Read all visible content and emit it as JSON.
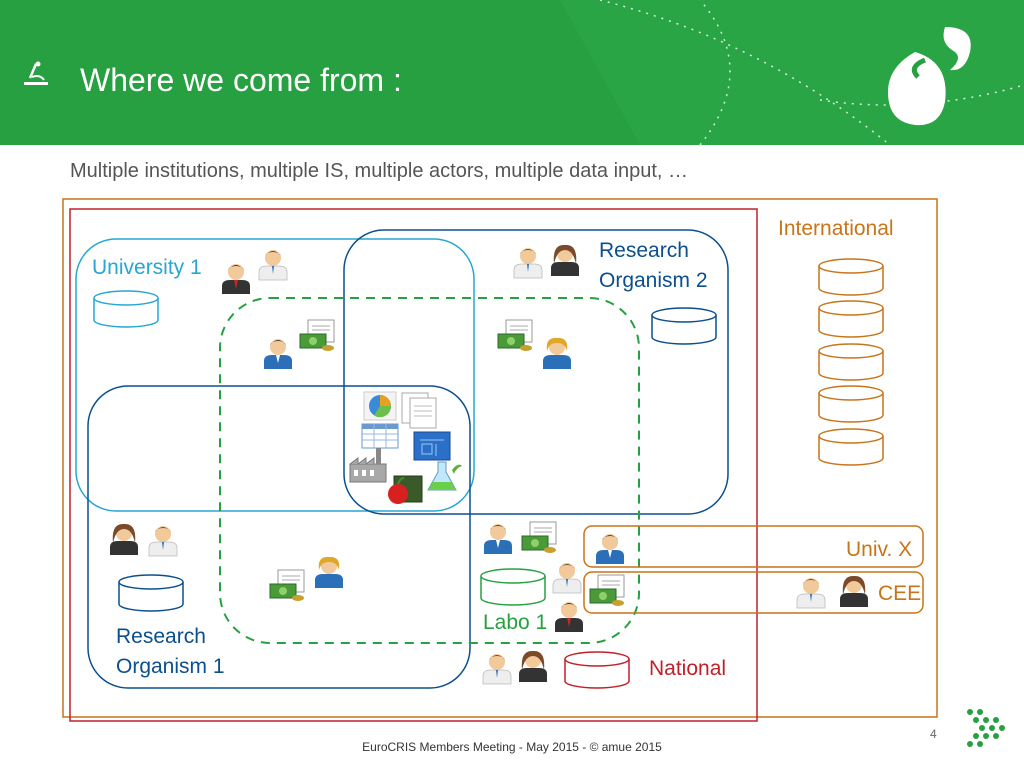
{
  "header": {
    "title": "Where we come from :",
    "bullet_icon": "microscope-icon",
    "logo_icon": "amue-logo-icon",
    "colors": {
      "header_bg": "#27a042",
      "title": "#ffffff"
    }
  },
  "subtitle": "Multiple institutions, multiple IS, multiple actors, multiple data input, …",
  "diagram": {
    "labels": {
      "international": "International",
      "national": "National",
      "university_1": "University 1",
      "research_organism_2": [
        "Research",
        "Organism 2"
      ],
      "research_organism_1": [
        "Research",
        "Organism 1"
      ],
      "labo_1": "Labo 1",
      "univ_x": "Univ. X",
      "cee": "CEE"
    },
    "colors": {
      "international": "#c8741a",
      "national": "#c0202a",
      "university": "#27a6d4",
      "research_organism": "#0c4f8d",
      "labo": "#27a042"
    },
    "icons": [
      "person-icon",
      "document-money-icon",
      "pie-chart-icon",
      "documents-icon",
      "spreadsheet-icon",
      "blueprint-icon",
      "factory-icon",
      "apple-book-icon",
      "flask-icon",
      "database-icon"
    ]
  },
  "footer": {
    "text": "EuroCRIS Members Meeting - May 2015 - © amue 2015",
    "page_number": "4"
  }
}
